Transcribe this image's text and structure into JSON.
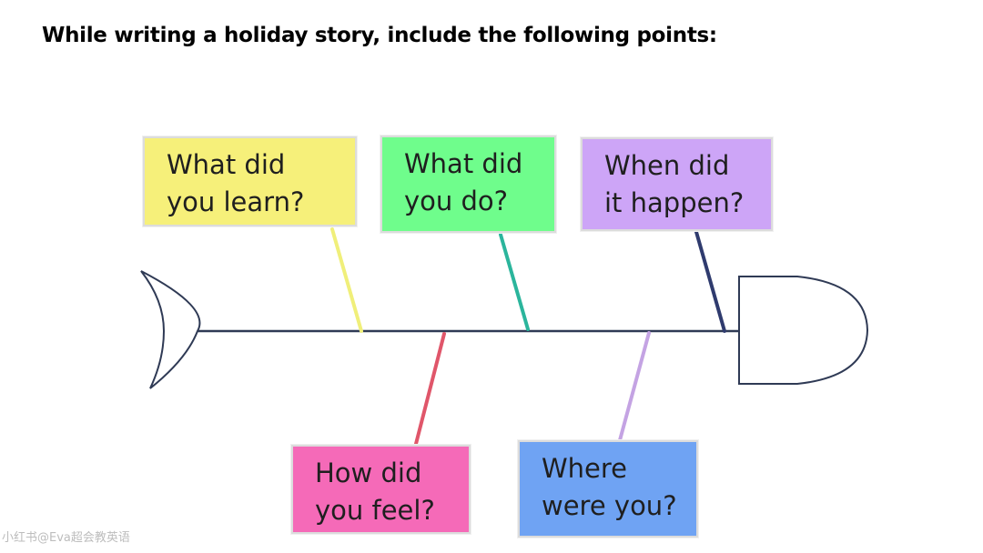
{
  "title": "While writing a holiday story, include the following points:",
  "boxes": {
    "learn": {
      "line1": "What did",
      "line2": "you learn?",
      "color": "#f6f07a",
      "stroke": "#f0ef7a"
    },
    "do": {
      "line1": "What did",
      "line2": "you do?",
      "color": "#6ffd8c",
      "stroke": "#2bb59c"
    },
    "when": {
      "line1": "When did",
      "line2": "it happen?",
      "color": "#cda5f7",
      "stroke": "#2f3b6e"
    },
    "feel": {
      "line1": "How did",
      "line2": "you feel?",
      "color": "#f56ab8",
      "stroke": "#e0566a"
    },
    "where": {
      "line1": "Where",
      "line2": "were you?",
      "color": "#6fa3f3",
      "stroke": "#c4a3e3"
    }
  },
  "watermark": "小红书@Eva超会教英语"
}
